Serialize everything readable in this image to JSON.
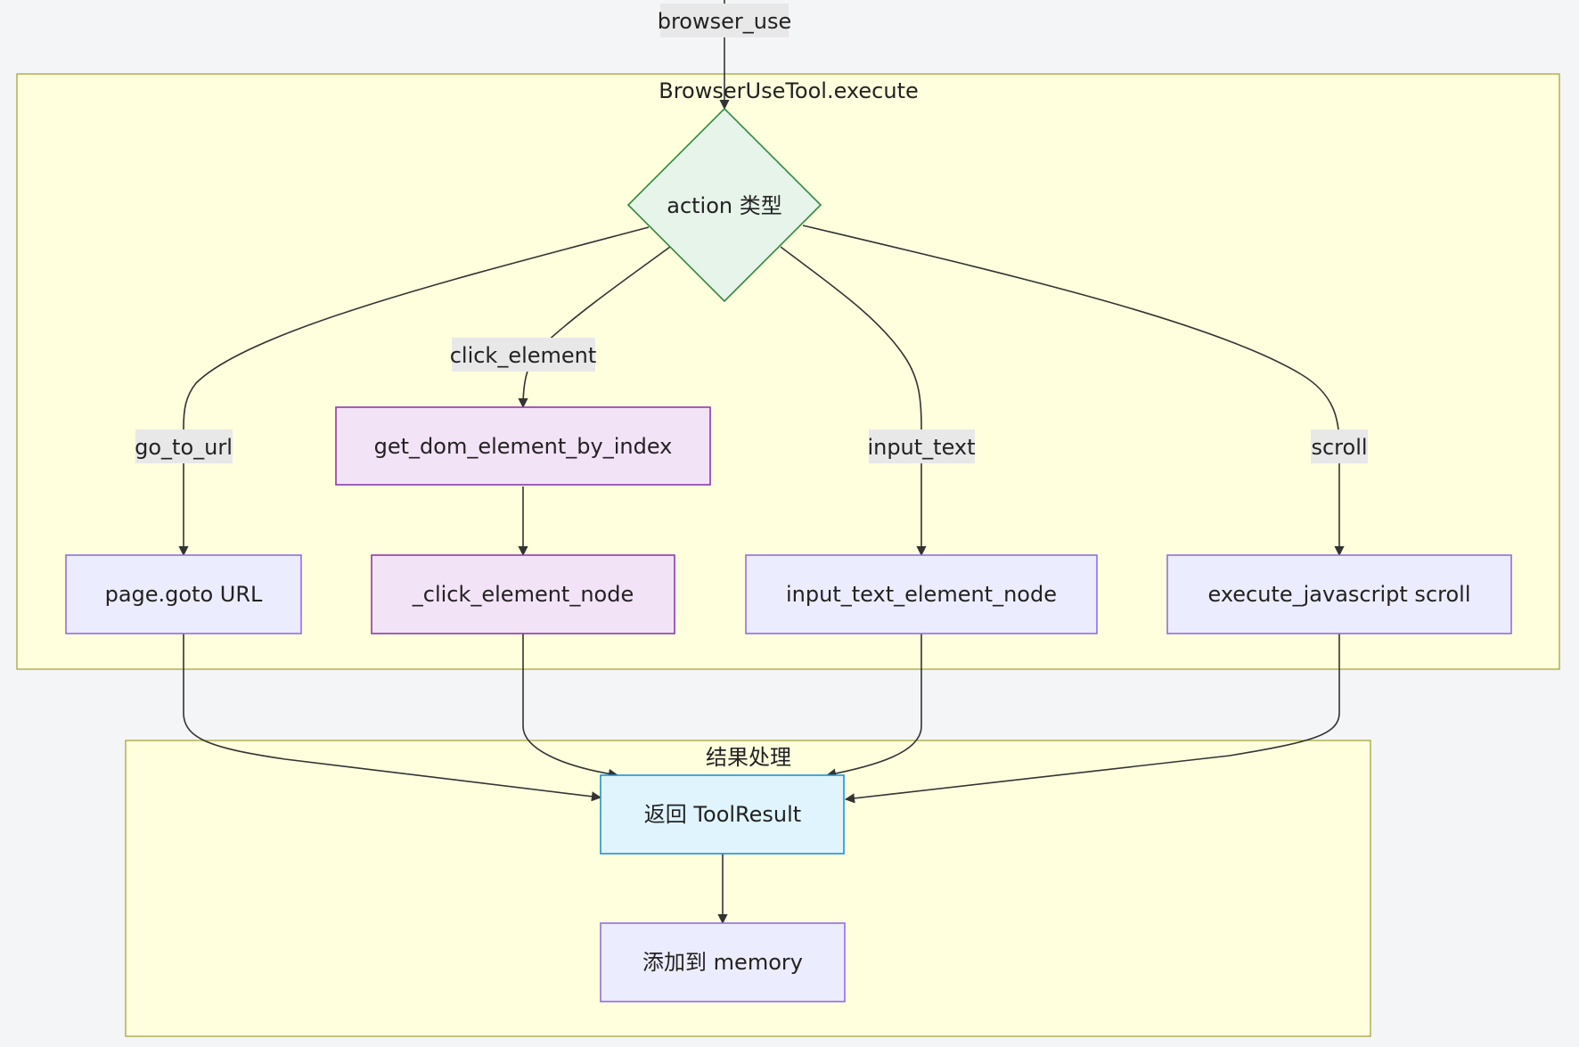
{
  "clusters": {
    "execute": {
      "title": "BrowserUseTool.execute"
    },
    "result": {
      "title": "结果处理"
    }
  },
  "nodes": {
    "decision": {
      "label": "action 类型"
    },
    "goto": {
      "label": "page.goto URL"
    },
    "get_dom": {
      "label": "get_dom_element_by_index"
    },
    "click_node": {
      "label": "_click_element_node"
    },
    "input_node": {
      "label": "input_text_element_node"
    },
    "js_scroll": {
      "label": "execute_javascript scroll"
    },
    "return": {
      "label": "返回 ToolResult"
    },
    "memory": {
      "label": "添加到 memory"
    }
  },
  "edges": {
    "entry": {
      "label": "browser_use"
    },
    "go_to_url": {
      "label": "go_to_url"
    },
    "click_element": {
      "label": "click_element"
    },
    "input_text": {
      "label": "input_text"
    },
    "scroll": {
      "label": "scroll"
    }
  },
  "colors": {
    "cluster_fill": "#ffffde",
    "cluster_stroke": "#a6a63a",
    "decision_fill": "#e6f4ea",
    "decision_stroke": "#2e8b3a",
    "default_fill": "#ececff",
    "default_stroke": "#9370db",
    "pink_fill": "#f3e3f7",
    "pink_stroke": "#8e3aa8",
    "blue_fill": "#e0f4fd",
    "blue_stroke": "#1f93cf",
    "label_bg": "#e8e8e8"
  }
}
